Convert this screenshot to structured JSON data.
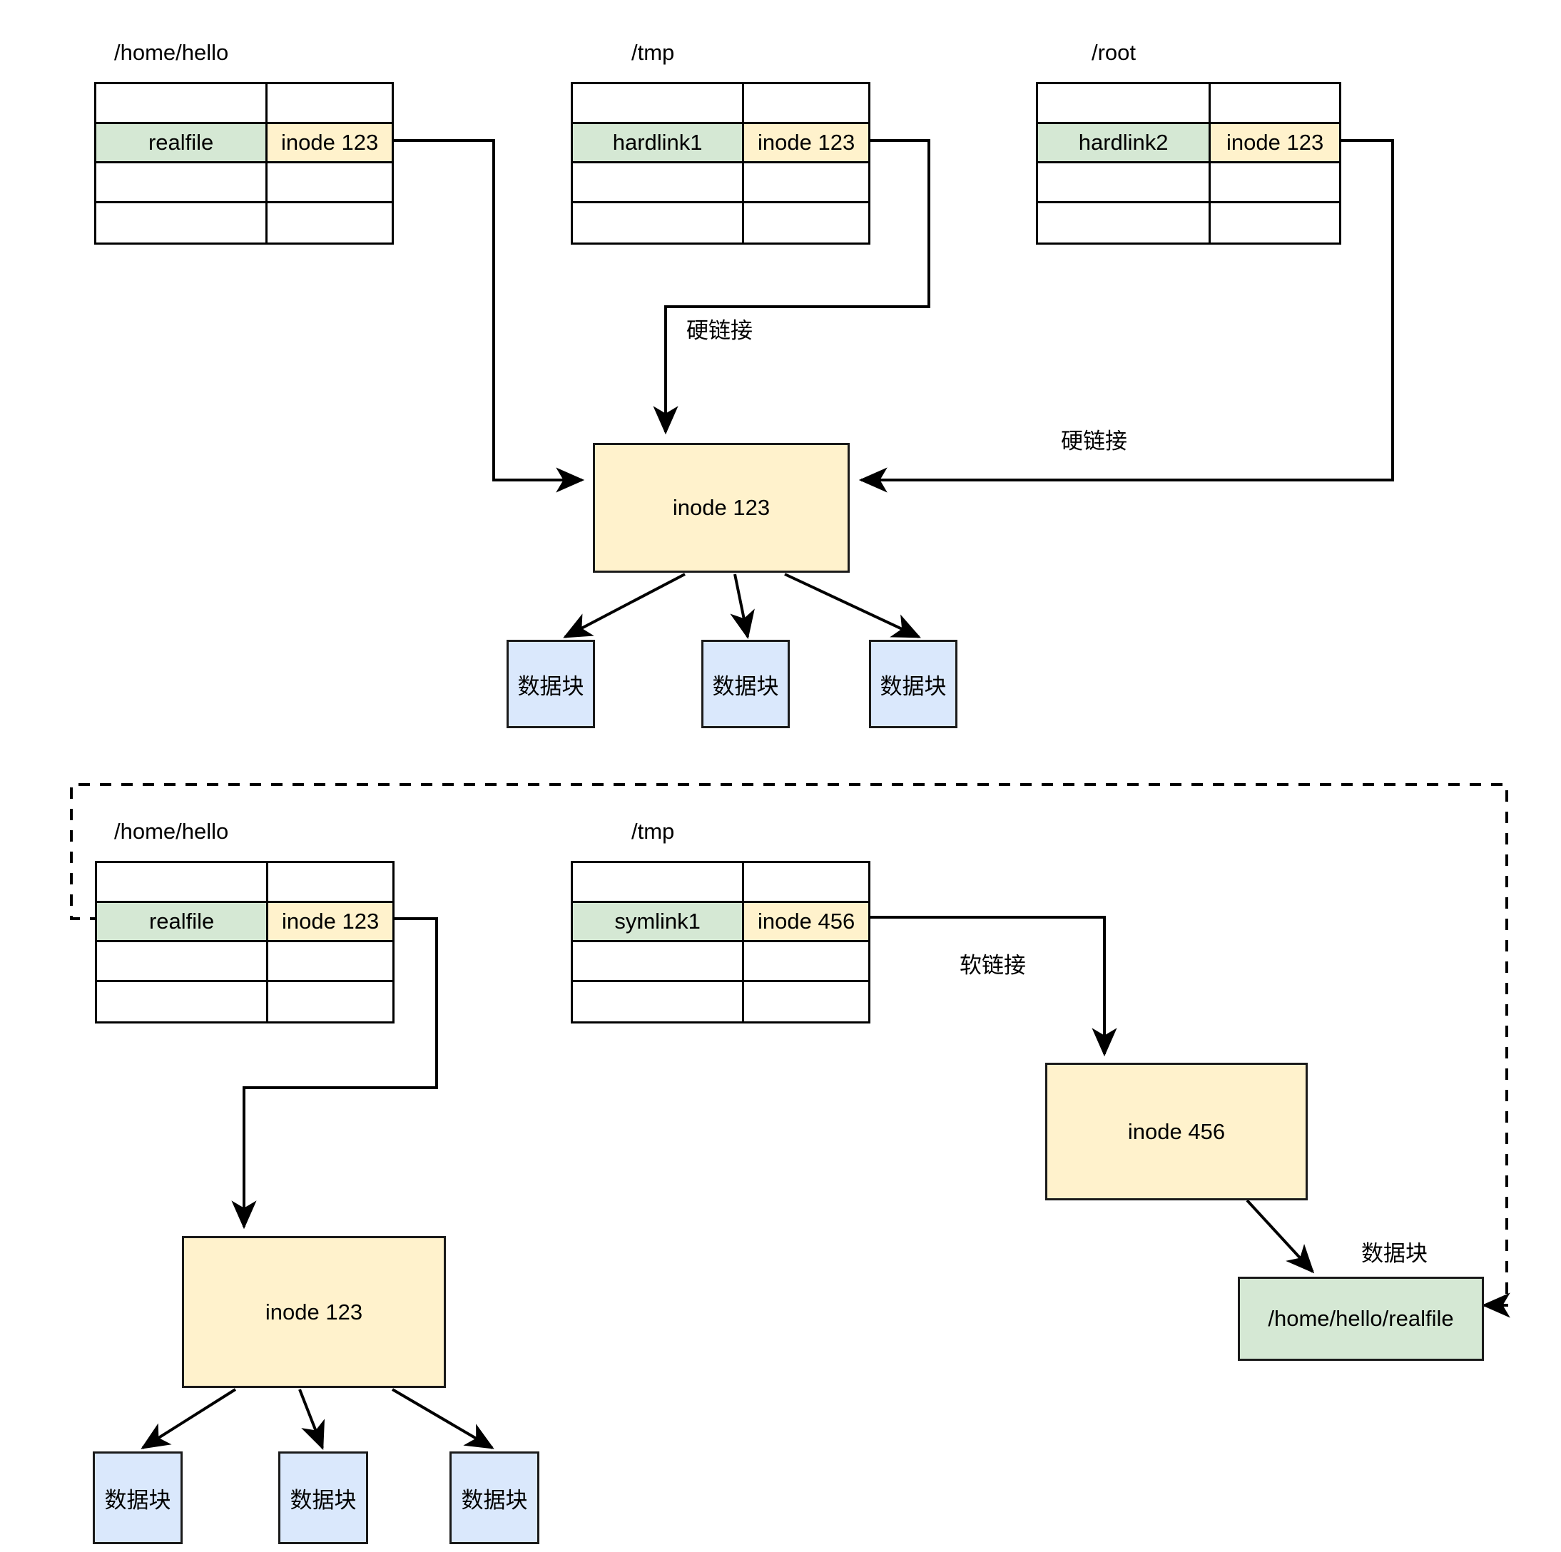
{
  "diagram": {
    "title": "Linux hard link and symbolic link inode diagram",
    "colors": {
      "name_cell": "#d5e8d4",
      "inode_cell": "#fff2cc",
      "data_block": "#dae8fc",
      "stroke": "#000000"
    }
  },
  "hardlink_section": {
    "tables": [
      {
        "dir_label": "/home/hello",
        "entry_name": "realfile",
        "entry_inode": "inode 123",
        "rows": 4,
        "filled_row_index": 1
      },
      {
        "dir_label": "/tmp",
        "entry_name": "hardlink1",
        "entry_inode": "inode 123",
        "rows": 4,
        "filled_row_index": 1
      },
      {
        "dir_label": "/root",
        "entry_name": "hardlink2",
        "entry_inode": "inode 123",
        "rows": 4,
        "filled_row_index": 1
      }
    ],
    "edge_labels": {
      "middle": "硬链接",
      "right": "硬链接"
    },
    "inode_box": "inode 123",
    "data_blocks": [
      "数据块",
      "数据块",
      "数据块"
    ]
  },
  "symlink_section": {
    "tables": [
      {
        "dir_label": "/home/hello",
        "entry_name": "realfile",
        "entry_inode": "inode 123",
        "rows": 4,
        "filled_row_index": 1
      },
      {
        "dir_label": "/tmp",
        "entry_name": "symlink1",
        "entry_inode": "inode 456",
        "rows": 4,
        "filled_row_index": 1
      }
    ],
    "edge_labels": {
      "soft_link": "软链接",
      "data_block": "数据块"
    },
    "inode_real": "inode 123",
    "inode_symlink": "inode 456",
    "symlink_target_path": "/home/hello/realfile",
    "data_blocks": [
      "数据块",
      "数据块",
      "数据块"
    ]
  }
}
